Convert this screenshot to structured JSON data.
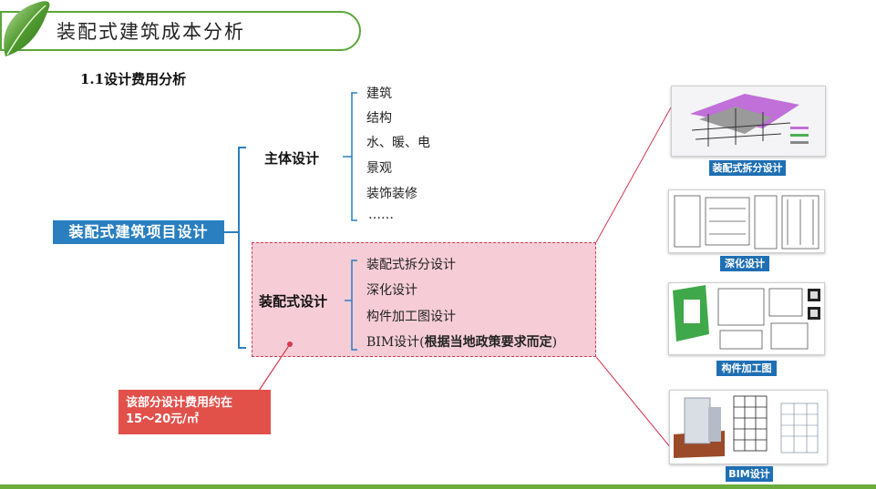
{
  "header": {
    "title": "装配式建筑成本分析"
  },
  "section": {
    "heading": "1.1设计费用分析"
  },
  "tree": {
    "root": "装配式建筑项目设计",
    "branches": [
      {
        "label": "主体设计",
        "items": [
          "建筑",
          "结构",
          "水、暖、电",
          "景观",
          "装饰装修",
          "……"
        ]
      },
      {
        "label": "装配式设计",
        "items": [
          "装配式拆分设计",
          "深化设计",
          "构件加工图设计",
          "BIM设计("
        ],
        "bim_note": "根据当地政策要求而定",
        "bim_close": ")"
      }
    ]
  },
  "note": {
    "line1": "该部分设计费用约在",
    "line2": "15～20元/㎡"
  },
  "thumbnails": [
    {
      "label": "装配式拆分设计",
      "icon": "3d-split-model-image"
    },
    {
      "label": "深化设计",
      "icon": "deepening-drawing-image"
    },
    {
      "label": "构件加工图",
      "icon": "component-drawing-image"
    },
    {
      "label": "BIM设计",
      "icon": "bim-building-image"
    }
  ],
  "colors": {
    "green": "#5aa63a",
    "blue": "#2a7fc0",
    "pink": "#f6cdd6",
    "red": "#d23a54",
    "note": "#e2504a"
  }
}
